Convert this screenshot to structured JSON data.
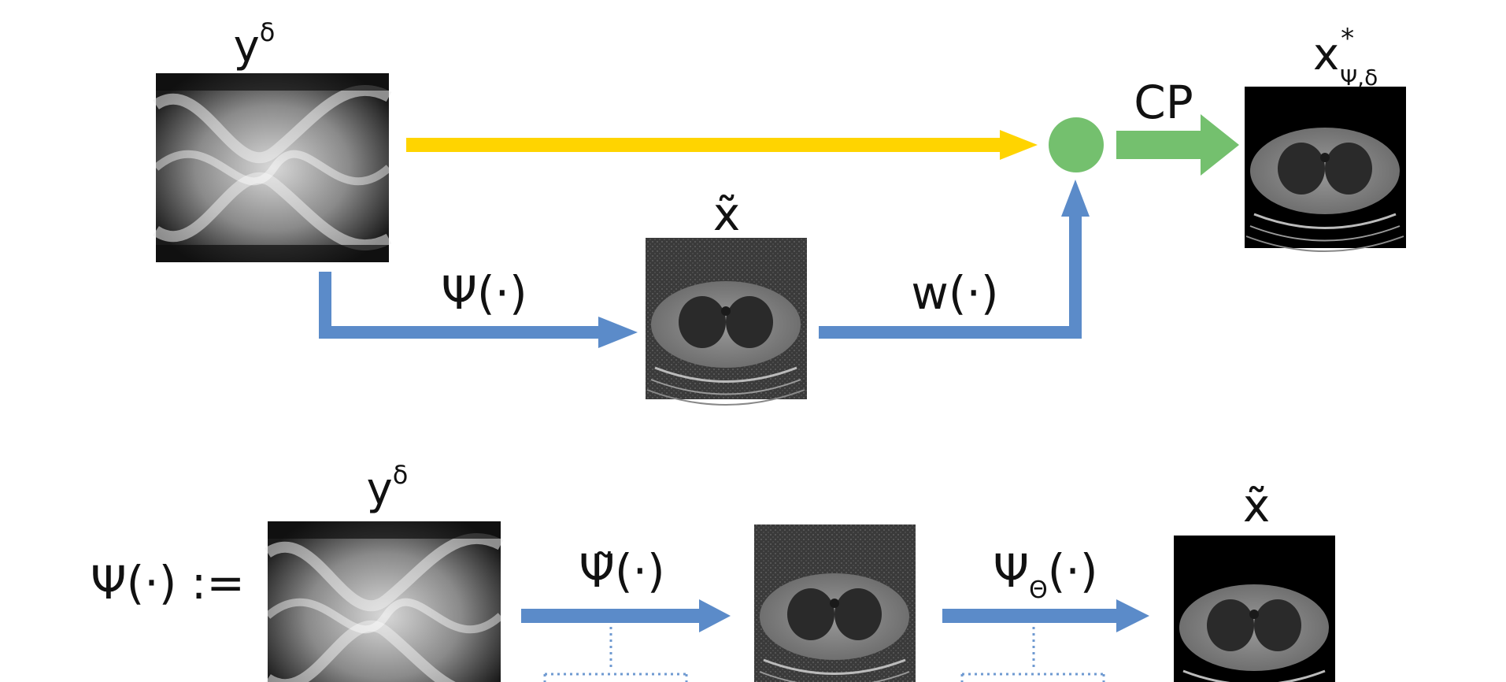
{
  "top_row": {
    "sinogram_label": "y",
    "sinogram_sup": "δ",
    "output_label": "x",
    "output_sup": "*",
    "output_sub": "Ψ,δ",
    "cp_label": "CP",
    "intermediate_label": "x̃",
    "psi_label": "Ψ(·)",
    "w_label": "w(·)"
  },
  "bottom_row": {
    "lhs_label": "Ψ(·)  :=",
    "sinogram_label": "y",
    "sinogram_sup": "δ",
    "psi_tilde_label": "Ψ̃(·)",
    "psi_theta_label": "Ψ",
    "psi_theta_sub": "Θ",
    "psi_theta_suffix": "(·)",
    "output_label": "x̃"
  },
  "colors": {
    "yellow_arrow": "#FFD400",
    "blue_arrow": "#5B8BC9",
    "green": "#74C06E",
    "dotted": "#6F9AD1"
  }
}
